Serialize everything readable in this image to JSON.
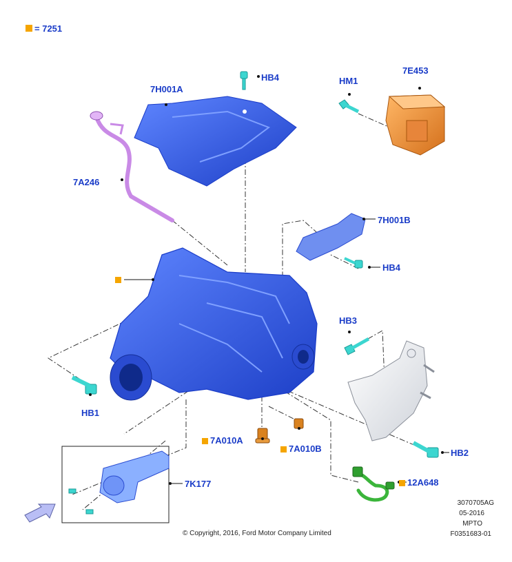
{
  "legend": {
    "symbol": "=",
    "code": "7251"
  },
  "labels": {
    "hb4_top": "HB4",
    "shield_7h001a": "7H001A",
    "hm1": "HM1",
    "module_7e453": "7E453",
    "tube_7a246": "7A246",
    "bracket_7h001b": "7H001B",
    "hb4_right": "HB4",
    "hb3": "HB3",
    "hb1": "HB1",
    "hb2": "HB2",
    "plug_7a010a": "7A010A",
    "plug_7a010b": "7A010B",
    "actuator_7k177": "7K177",
    "harness_12a648": "12A648"
  },
  "footer": {
    "copyright": "© Copyright, 2016, Ford Motor Company Limited",
    "ref1": "3070705AG",
    "ref2": "05-2016",
    "ref3": "MPTO",
    "ref4": "F0351683-01"
  },
  "colors": {
    "label_blue": "#1a3cc8",
    "part_blue": "#2f5be6",
    "fastener_cyan": "#3cd6d0",
    "orange_marker": "#f5a500",
    "tube_purple": "#c98ae6",
    "harness_green": "#3bb53b",
    "module_orange": "#f29a3a"
  }
}
